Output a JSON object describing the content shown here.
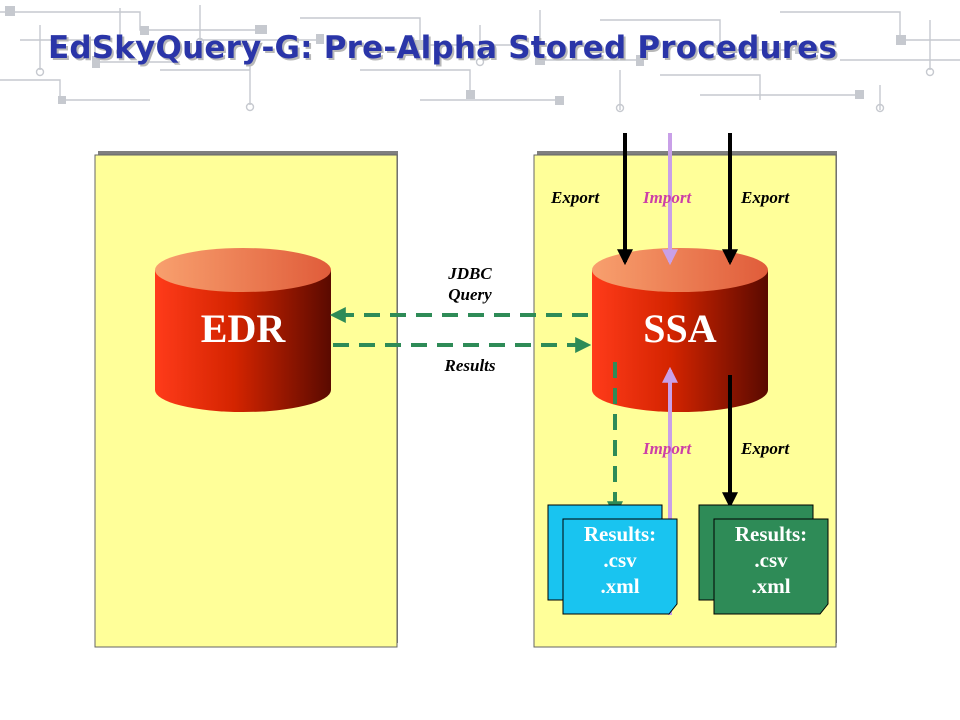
{
  "title": "EdSkyQuery-G: Pre-Alpha Stored Procedures",
  "databases": {
    "edr": "EDR",
    "ssa": "SSA"
  },
  "labels": {
    "jdbc_query": [
      "JDBC",
      "Query"
    ],
    "results": "Results",
    "export_top_left": "Export",
    "import_top": "Import",
    "export_top_right": "Export",
    "import_bottom": "Import",
    "export_bottom": "Export"
  },
  "files": {
    "left": [
      "Results:",
      ".csv",
      ".xml"
    ],
    "right": [
      "Results:",
      ".csv",
      ".xml"
    ]
  },
  "colors": {
    "title": "#2a35a8",
    "panel": "#ffff99",
    "cylinder": "#cc2200",
    "dashed_arrow": "#2e8b57",
    "import_arrow": "#c9a0e8",
    "file_left": "#19c4f0",
    "file_right": "#2e8b57"
  }
}
